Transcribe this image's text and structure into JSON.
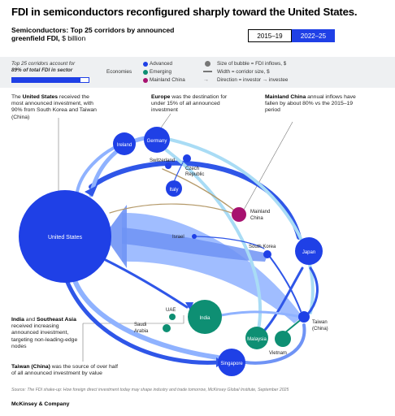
{
  "title": "FDI in semiconductors reconfigured sharply toward the United States.",
  "subtitle": {
    "bold": "Semiconductors: Top 25 corridors by announced greenfield FDI,",
    "unit": "$ billion"
  },
  "toggle": {
    "option1": "2015–19",
    "option2": "2022–25",
    "selected": "2022–25"
  },
  "legend": {
    "share_line1": "Top 25 corridors account for",
    "share_line2_bold": "89% of total FDI in sector",
    "share_value": 0.89,
    "economies_label": "Economies",
    "economy_types": [
      {
        "label": "Advanced",
        "color": "#1f40e6"
      },
      {
        "label": "Emerging",
        "color": "#0e8f73"
      },
      {
        "label": "Mainland China",
        "color": "#a7116f"
      }
    ],
    "bubble_size": "Size of bubble = FDI inflows, $",
    "width_rule": "Width = corridor size, $",
    "direction_rule": "Direction = investor → investee"
  },
  "annotations": {
    "us_pre": "The ",
    "us_bold": "United States",
    "us_rest": " received the most announced investment, with 90% from South Korea and Taiwan (China)",
    "europe_bold": "Europe",
    "europe_rest": " was the destination for under 15% of all announced investment",
    "china_bold": "Mainland China",
    "china_rest": " annual inflows have fallen by about 80% vs the 2015–19 period",
    "india_bold": "India",
    "india_mid": " and ",
    "india_bold2": "Southeast Asia",
    "india_rest": " received increasing announced investment, targeting non-leading-edge nodes",
    "taiwan_bold": "Taiwan (China)",
    "taiwan_rest": " was the source of over half of all announced investment by value"
  },
  "nodes": {
    "us": "United States",
    "ireland": "Ireland",
    "germany": "Germany",
    "switzerland": "Switzerland",
    "czech1": "Czech",
    "czech2": "Republic",
    "italy": "Italy",
    "china1": "Mainland",
    "china2": "China",
    "israel": "Israel",
    "korea": "South Korea",
    "japan": "Japan",
    "uae": "UAE",
    "saudi1": "Saudi",
    "saudi2": "Arabia",
    "india": "India",
    "taiwan1": "Taiwan",
    "taiwan2": "(China)",
    "malaysia": "Malaysia",
    "vietnam": "Vietnam",
    "singapore": "Singapore"
  },
  "colors": {
    "advanced": "#1f40e6",
    "emerging": "#0e8f73",
    "china": "#a7116f",
    "flow_dark": "#2f56e8",
    "flow_light": "#8fb2ff",
    "flow_pale": "#a9dcf5"
  },
  "source": "Source: The FDI shake-up: How foreign direct investment today may shape industry and trade tomorrow, McKinsey Global Institute, September 2025",
  "brand": "McKinsey & Company"
}
